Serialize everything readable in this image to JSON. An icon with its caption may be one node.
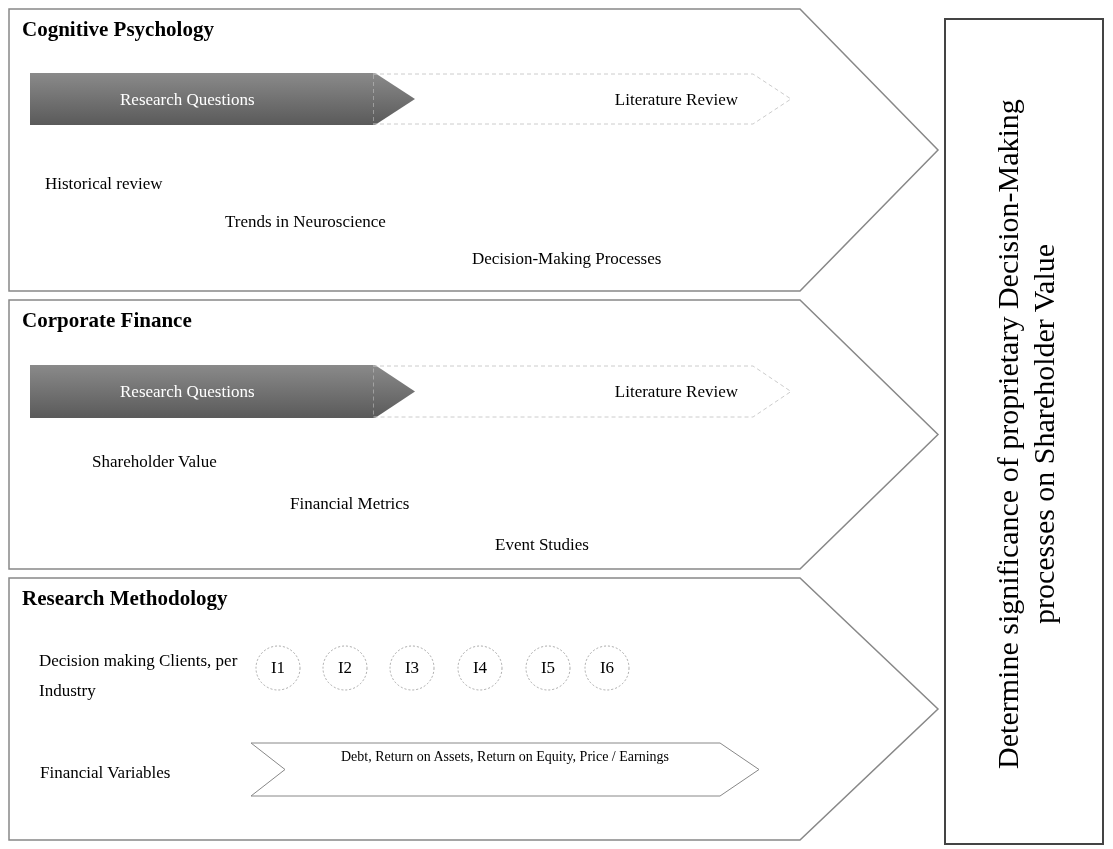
{
  "diagram": {
    "nodes": [
      {
        "text": [
          "Cognitive Psychology"
        ]
      },
      {
        "text": [
          "Research Questions"
        ],
        "in": 0
      },
      {
        "text": [
          "Literature Review"
        ],
        "in": 0
      },
      {
        "text": [
          "Corporate Finance"
        ]
      },
      {
        "text": [
          "Research Questions"
        ],
        "in": 3
      },
      {
        "text": [
          "Literature Review"
        ],
        "in": 3
      },
      {
        "text": [
          "Research Methodology"
        ]
      },
      {
        "text": [
          "I1"
        ],
        "in": 6
      },
      {
        "text": [
          "I2"
        ],
        "in": 6
      },
      {
        "text": [
          "I3"
        ],
        "in": 6
      },
      {
        "text": [
          "I4"
        ],
        "in": 6
      },
      {
        "text": [
          "I5"
        ],
        "in": 6
      },
      {
        "text": [
          "I6"
        ],
        "in": 6
      },
      {
        "text": [
          "Debt, Return on Assets, Return on Equity, Price / Earnings"
        ],
        "in": 6
      },
      {
        "text": [
          "Determine significance of proprietary Decision-Making processes on Shareholder Value"
        ]
      }
    ],
    "labels": [
      "Historical review",
      "Trends in Neuroscience",
      "Decision-Making Processes",
      "Shareholder Value",
      "Financial Metrics",
      "Event Studies",
      "Decision making Clients, per Industry",
      "Financial Variables"
    ]
  }
}
